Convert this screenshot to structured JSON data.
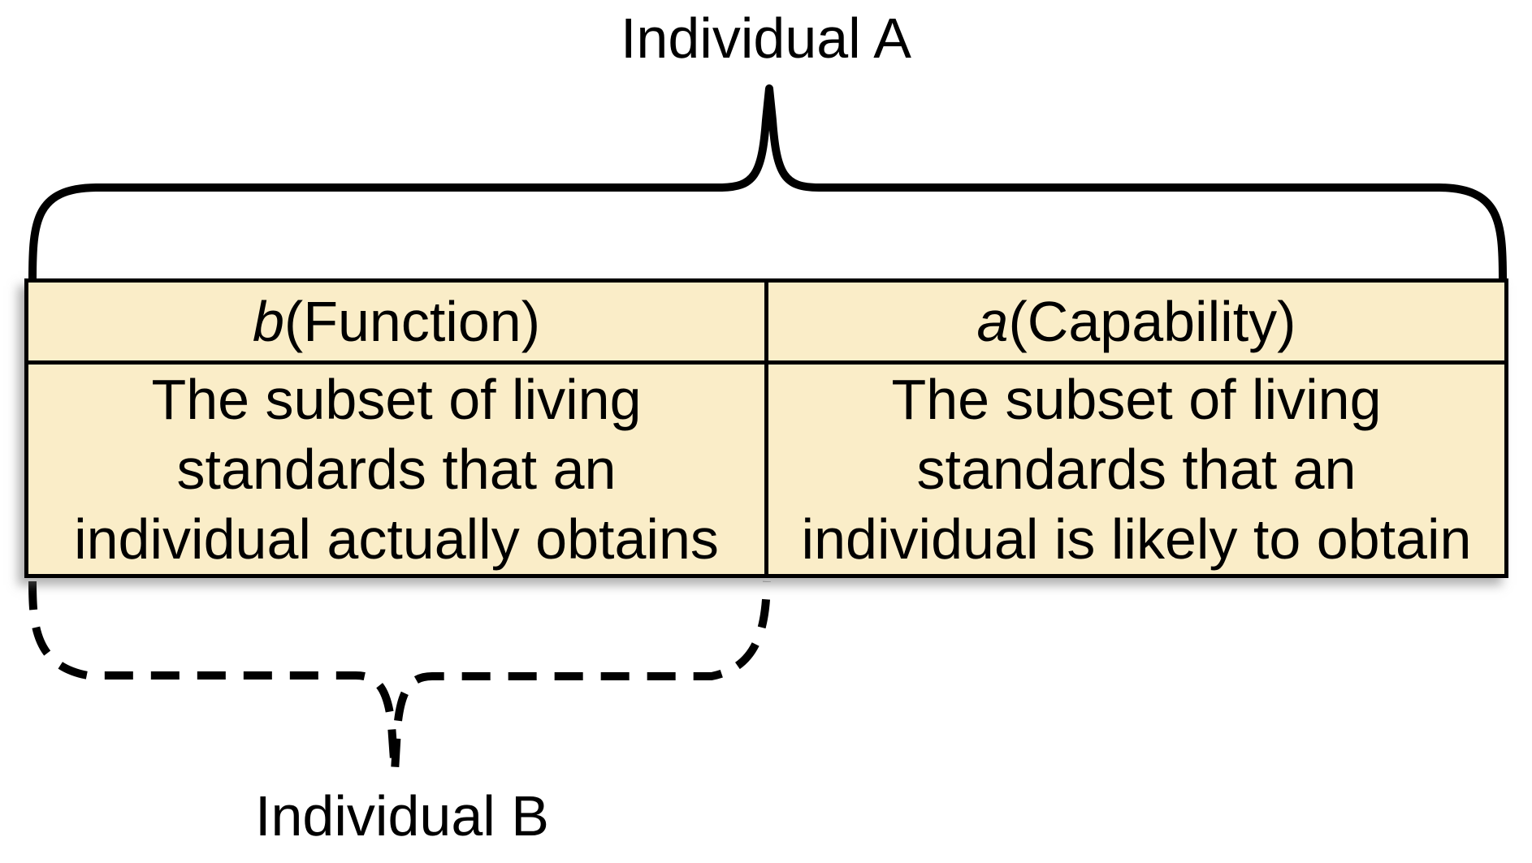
{
  "diagram": {
    "top_label": "Individual A",
    "bottom_label": "Individual B",
    "colors": {
      "cell_bg": "#FAEDC8",
      "line": "#000000",
      "shadow": "rgba(115,115,115,0.55)"
    },
    "table": {
      "columns": [
        {
          "symbol": "b",
          "header_rest": "(Function)",
          "description": "The subset of living standards that an individual actually obtains",
          "description_lines": [
            "The subset of living",
            "standards that an",
            "individual actually obtains"
          ]
        },
        {
          "symbol": "a",
          "header_rest": "(Capability)",
          "description": "The subset of living standards that an individual is likely to obtain",
          "description_lines": [
            "The subset of living",
            "standards that an",
            "individual is likely to obtain"
          ]
        }
      ]
    }
  }
}
